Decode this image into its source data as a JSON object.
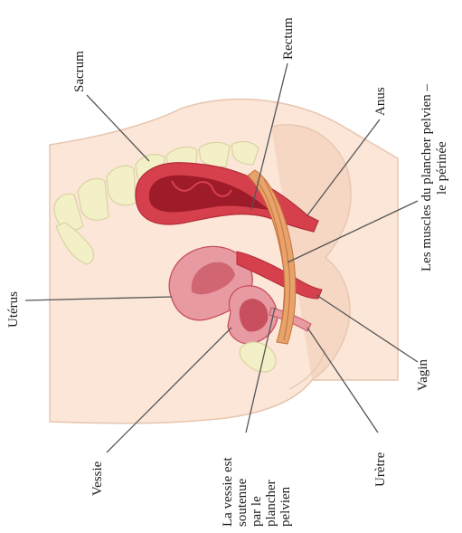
{
  "labels": {
    "sacrum": "Sacrum",
    "rectum": "Rectum",
    "anus": "Anus",
    "pelvic_floor_line1": "Les muscles du plancher pelvien –",
    "pelvic_floor_line2": "le périnée",
    "uterus": "Utérus",
    "vagina": "Vagin",
    "bladder": "Vessie",
    "support_line1": "La vessie est",
    "support_line2": "soutenue",
    "support_line3": "par le",
    "support_line4": "plancher",
    "support_line5": "pelvien",
    "urethra": "Urètre"
  },
  "colors": {
    "skin": "#fbe6d8",
    "skin_outline": "#e7c5ae",
    "bone": "#f3f0c8",
    "rectum_outer": "#d6404d",
    "rectum_inner": "#9e1b29",
    "uterus": "#e79aa2",
    "uterus_cavity": "#c8505e",
    "muscle": "#e6a36b",
    "muscle_stripe": "#c9703a"
  }
}
